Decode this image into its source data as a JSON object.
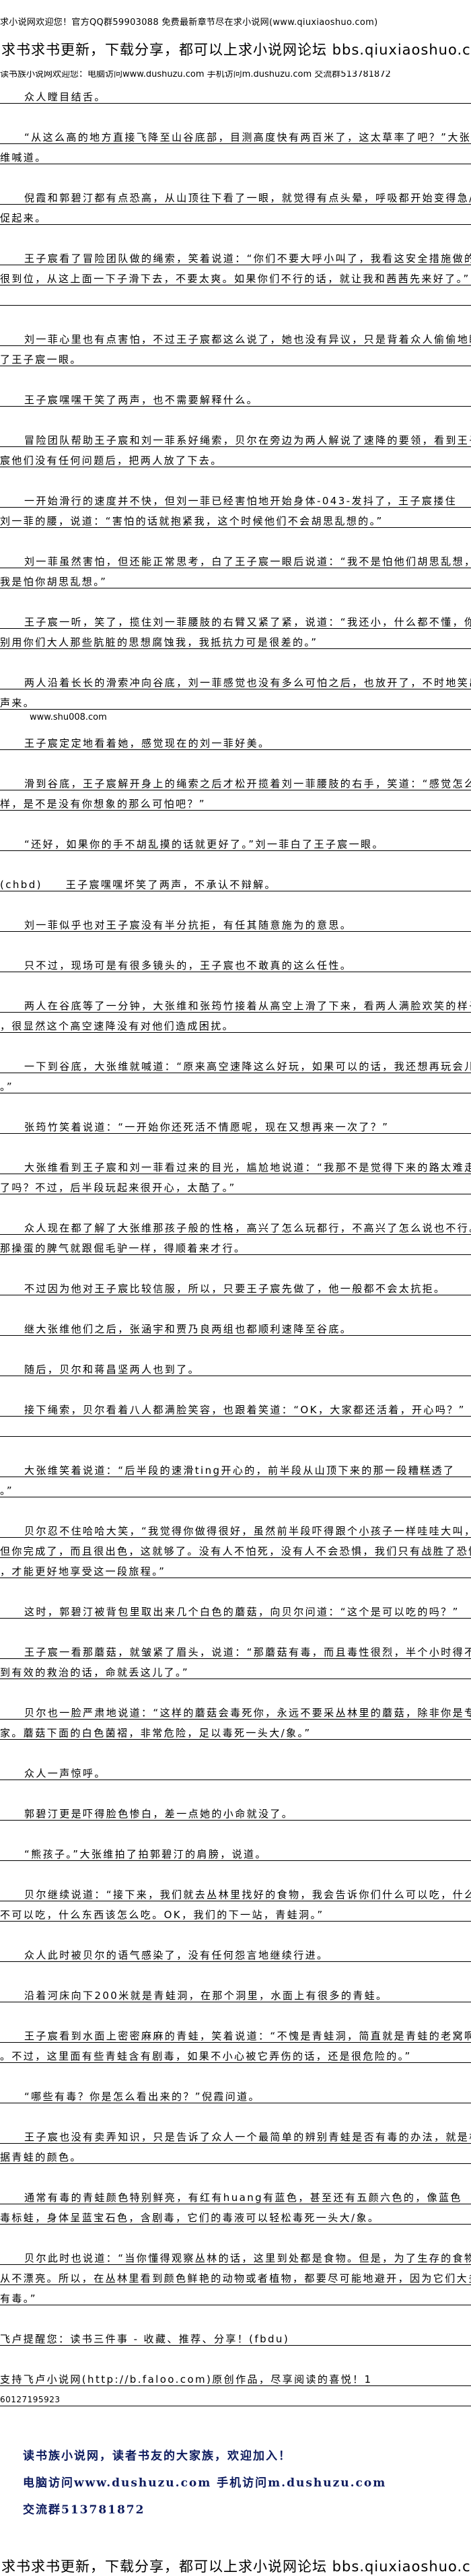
{
  "header": {
    "welcome": "求小说网欢迎您！官方QQ群59903088 免费最新章节尽在求小说网(www.qiuxiaoshuo.com)",
    "forum": "求书求书更新，下载分享，都可以上求小说网论坛 bbs.qiuxiaoshuo.com",
    "dushuzu": "读书族小说网欢迎您：电脑访问www.dushuzu.com 手机访问m.dushuzu.com 交流群513781872"
  },
  "paragraphs": [
    {
      "indent": true,
      "lines": [
        "众人瞠目结舌。"
      ]
    },
    {
      "indent": true,
      "lines": [
        "“从这么高的地方直接飞降至山谷底部，目测高度快有两百米了，这太草率了吧？”大张",
        "维喊道。"
      ]
    },
    {
      "indent": true,
      "lines": [
        "倪霞和郭碧汀都有点恐高，从山顶往下看了一眼，就觉得有点头晕，呼吸都开始变得急/",
        "促起来。"
      ]
    },
    {
      "indent": true,
      "lines": [
        "王子宸看了冒险团队做的绳索，笑着说道：“你们不要大呼小叫了，我看这安全措施做的",
        "很到位，从这上面一下子滑下去，不要太爽。如果你们不行的话，就让我和茜茜先来好了。”",
        ""
      ]
    },
    {
      "indent": true,
      "lines": [
        "刘一菲心里也有点害怕，不过王子宸都这么说了，她也没有异议，只是背着众人偷偷地瞪",
        "了王子宸一眼。"
      ]
    },
    {
      "indent": true,
      "lines": [
        "王子宸嘿嘿干笑了两声，也不需要解释什么。"
      ]
    },
    {
      "indent": true,
      "lines": [
        "冒险团队帮助王子宸和刘一菲系好绳索，贝尔在旁边为两人解说了速降的要领，看到王子",
        "宸他们没有任何问题后，把两人放了下去。"
      ]
    },
    {
      "indent": true,
      "lines": [
        "一开始滑行的速度并不快，但刘一菲已经害怕地开始身体-043-发抖了，王子宸搂住",
        "刘一菲的腰，说道：“害怕的话就抱紧我，这个时候他们不会胡思乱想的。”"
      ]
    },
    {
      "indent": true,
      "lines": [
        "刘一菲虽然害怕，但还能正常思考，白了王子宸一眼后说道：“我不是怕他们胡思乱想，",
        "我是怕你胡思乱想。”"
      ]
    },
    {
      "indent": true,
      "lines": [
        "王子宸一听，笑了，揽住刘一菲腰肢的右臂又紧了紧，说道：“我还小，什么都不懂，你",
        "别用你们大人那些肮脏的思想腐蚀我，我抵抗力可是很差的。”"
      ]
    },
    {
      "indent": true,
      "lines": [
        "两人沿着长长的滑索冲向谷底，刘一菲感觉也没有多么可怕之后，也放开了，不时地笑出",
        "声来。"
      ],
      "gap_note": "www.shu008.com"
    },
    {
      "indent": true,
      "lines": [
        "王子宸定定地看着她，感觉现在的刘一菲好美。"
      ]
    },
    {
      "indent": true,
      "lines": [
        "滑到谷底，王子宸解开身上的绳索之后才松开揽着刘一菲腰肢的右手，笑道：“感觉怎么",
        "样，是不是没有你想象的那么可怕吧？”"
      ]
    },
    {
      "indent": true,
      "lines": [
        "“还好，如果你的手不胡乱摸的话就更好了。”刘一菲白了王子宸一眼。"
      ]
    },
    {
      "indent": false,
      "lines": [
        "(chbd)　　王子宸嘿嘿坏笑了两声，不承认不辩解。"
      ]
    },
    {
      "indent": true,
      "lines": [
        "刘一菲似乎也对王子宸没有半分抗拒，有任其随意施为的意思。"
      ]
    },
    {
      "indent": true,
      "lines": [
        "只不过，现场可是有很多镜头的，王子宸也不敢真的这么任性。"
      ]
    },
    {
      "indent": true,
      "lines": [
        "两人在谷底等了一分钟，大张维和张筠竹接着从高空上滑了下来，看两人满脸欢笑的样子",
        "，很显然这个高空速降没有对他们造成困扰。"
      ]
    },
    {
      "indent": true,
      "lines": [
        "一下到谷底，大张维就喊道：“原来高空速降这么好玩，如果可以的话，我还想再玩会儿",
        "。”"
      ]
    },
    {
      "indent": true,
      "lines": [
        "张筠竹笑着说道：“一开始你还死活不情愿呢，现在又想再来一次了？”"
      ]
    },
    {
      "indent": true,
      "lines": [
        "大张维看到王子宸和刘一菲看过来的目光，尴尬地说道：“我那不是觉得下来的路太难走",
        "了吗？不过，后半段玩起来很开心，太酷了。”"
      ]
    },
    {
      "indent": true,
      "lines": [
        "众人现在都了解了大张维那孩子般的性格，高兴了怎么玩都行，不高兴了怎么说也不行。",
        "那操蛋的脾气就跟倔毛驴一样，得顺着来才行。"
      ]
    },
    {
      "indent": true,
      "lines": [
        "不过因为他对王子宸比较信服，所以，只要王子宸先做了，他一般都不会太抗拒。"
      ]
    },
    {
      "indent": true,
      "lines": [
        "继大张维他们之后，张涵宇和贾乃良两组也都顺利速降至谷底。"
      ]
    },
    {
      "indent": true,
      "lines": [
        "随后，贝尔和蒋昌坚两人也到了。"
      ]
    },
    {
      "indent": true,
      "lines": [
        "接下绳索，贝尔看着八人都满脸笑容，也跟着笑道：“OK，大家都还活着，开心吗？”",
        ""
      ]
    },
    {
      "indent": true,
      "lines": [
        "大张维笑着说道：“后半段的速滑ting开心的，前半段从山顶下来的那一段糟糕透了",
        "。”"
      ]
    },
    {
      "indent": true,
      "lines": [
        "贝尔忍不住哈哈大笑，“我觉得你做得很好，虽然前半段吓得跟个小孩子一样哇哇大叫，",
        "但你完成了，而且很出色，这就够了。没有人不怕死，没有人不会恐惧，我们只有战胜了恐惧",
        "，才能更好地享受这一段旅程。”"
      ]
    },
    {
      "indent": true,
      "lines": [
        "这时，郭碧汀被背包里取出来几个白色的蘑菇，向贝尔问道：“这个是可以吃的吗？”"
      ]
    },
    {
      "indent": true,
      "lines": [
        "王子宸一看那蘑菇，就皱紧了眉头，说道：“那蘑菇有毒，而且毒性很烈，半个小时得不",
        "到有效的救治的话，命就丢这儿了。”"
      ]
    },
    {
      "indent": true,
      "lines": [
        "贝尔也一脸严肃地说道：“这样的蘑菇会毒死你，永远不要采丛林里的蘑菇，除非你是专",
        "家。蘑菇下面的白色菌褶，非常危险，足以毒死一头大/象。”"
      ]
    },
    {
      "indent": true,
      "lines": [
        "众人一声惊呼。"
      ]
    },
    {
      "indent": true,
      "lines": [
        "郭碧汀更是吓得脸色惨白，差一点她的小命就没了。"
      ]
    },
    {
      "indent": true,
      "lines": [
        "“熊孩子。”大张维拍了拍郭碧汀的肩膀，说道。"
      ]
    },
    {
      "indent": true,
      "lines": [
        "贝尔继续说道：“接下来，我们就去丛林里找好的食物，我会告诉你们什么可以吃，什么",
        "不可以吃，什么东西该怎么吃。OK，我们的下一站，青蛙洞。”"
      ]
    },
    {
      "indent": true,
      "lines": [
        "众人此时被贝尔的语气感染了，没有任何怨言地继续行进。"
      ]
    },
    {
      "indent": true,
      "lines": [
        "沿着河床向下200米就是青蛙洞，在那个洞里，水面上有很多的青蛙。"
      ]
    },
    {
      "indent": true,
      "lines": [
        "王子宸看到水面上密密麻麻的青蛙，笑着说道：“不愧是青蛙洞，简直就是青蛙的老窝啊",
        "。不过，这里面有些青蛙含有剧毒，如果不小心被它弄伤的话，还是很危险的。”"
      ]
    },
    {
      "indent": true,
      "lines": [
        "“哪些有毒？你是怎么看出来的？”倪霞问道。"
      ]
    },
    {
      "indent": true,
      "lines": [
        "王子宸也没有卖弄知识，只是告诉了众人一个最简单的辨别青蛙是否有毒的办法，就是根",
        "据青蛙的颜色。"
      ]
    },
    {
      "indent": true,
      "lines": [
        "通常有毒的青蛙颜色特别鲜亮，有红有huang有蓝色，甚至还有五颜六色的，像蓝色",
        "毒标蛙，身体呈蓝宝石色，含剧毒，它们的毒液可以轻松毒死一头大/象。"
      ]
    },
    {
      "indent": true,
      "lines": [
        "贝尔此时也说道：“当你懂得观察丛林的话，这里到处都是食物。但是，为了生存的食物",
        "从不漂亮。所以，在丛林里看到颜色鲜艳的动物或者植物，都要尽可能地避开，因为它们大多",
        "有毒。”"
      ]
    },
    {
      "indent": false,
      "lines": [
        "飞卢提醒您：读书三件事 - 收藏、推荐、分享！(fbdu)"
      ]
    },
    {
      "indent": false,
      "lines": [
        "支持飞卢小说网(http://b.faloo.com)原创作品，尽享阅读的喜悦！1",
        "60127195923"
      ],
      "small_last": true
    }
  ],
  "footer": {
    "slogan": "读书族小说网，读者书友的大家族，欢迎加入！",
    "access": "电脑访问www.dushuzu.com 手机访问m.dushuzu.com",
    "group": "交流群513781872",
    "forum": "求书求书更新，下载分享，都可以上求小说网论坛 bbs.qiuxiaoshuo.com",
    "color": "#0d1b5e"
  }
}
